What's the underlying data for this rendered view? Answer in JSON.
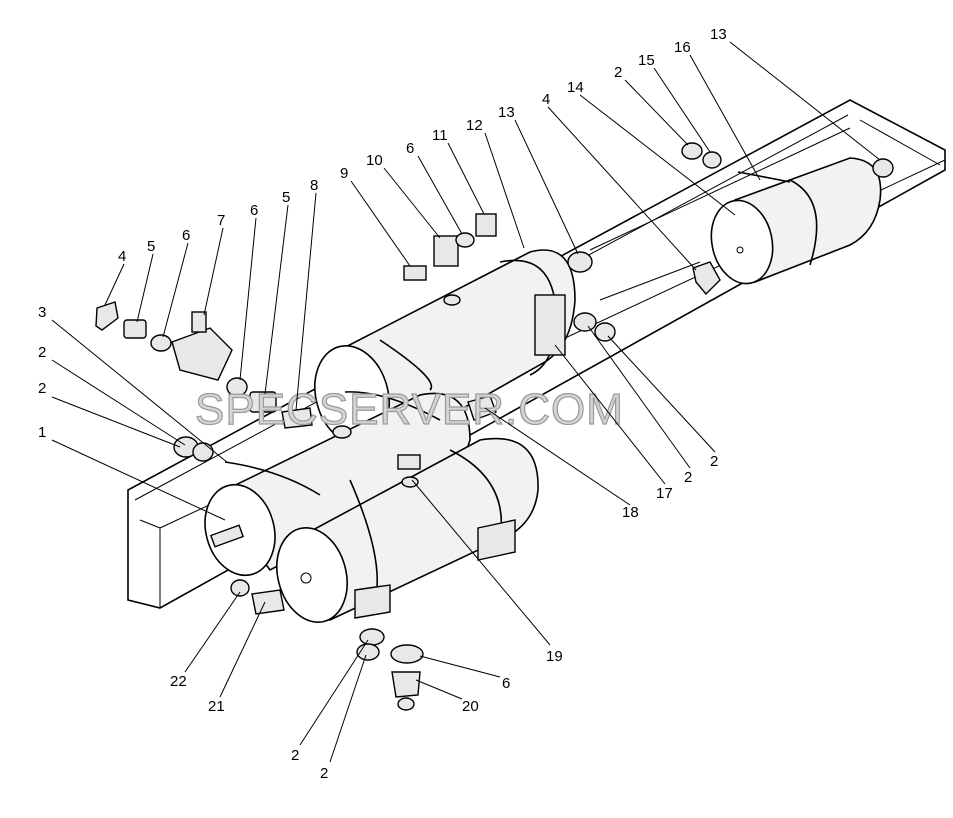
{
  "watermark": "SPECSERVER.COM",
  "callouts": [
    {
      "id": "c1",
      "text": "1"
    },
    {
      "id": "c2a",
      "text": "2"
    },
    {
      "id": "c2b",
      "text": "2"
    },
    {
      "id": "c3",
      "text": "3"
    },
    {
      "id": "c4a",
      "text": "4"
    },
    {
      "id": "c5a",
      "text": "5"
    },
    {
      "id": "c6a",
      "text": "6"
    },
    {
      "id": "c7",
      "text": "7"
    },
    {
      "id": "c6b",
      "text": "6"
    },
    {
      "id": "c5b",
      "text": "5"
    },
    {
      "id": "c8",
      "text": "8"
    },
    {
      "id": "c9",
      "text": "9"
    },
    {
      "id": "c10",
      "text": "10"
    },
    {
      "id": "c6c",
      "text": "6"
    },
    {
      "id": "c11",
      "text": "11"
    },
    {
      "id": "c12",
      "text": "12"
    },
    {
      "id": "c13a",
      "text": "13"
    },
    {
      "id": "c4b",
      "text": "4"
    },
    {
      "id": "c14",
      "text": "14"
    },
    {
      "id": "c2c",
      "text": "2"
    },
    {
      "id": "c15",
      "text": "15"
    },
    {
      "id": "c16",
      "text": "16"
    },
    {
      "id": "c13b",
      "text": "13"
    },
    {
      "id": "c2d",
      "text": "2"
    },
    {
      "id": "c2e",
      "text": "2"
    },
    {
      "id": "c17",
      "text": "17"
    },
    {
      "id": "c18",
      "text": "18"
    },
    {
      "id": "c19",
      "text": "19"
    },
    {
      "id": "c6d",
      "text": "6"
    },
    {
      "id": "c20",
      "text": "20"
    },
    {
      "id": "c22",
      "text": "22"
    },
    {
      "id": "c21",
      "text": "21"
    },
    {
      "id": "c2f",
      "text": "2"
    },
    {
      "id": "c2g",
      "text": "2"
    }
  ]
}
